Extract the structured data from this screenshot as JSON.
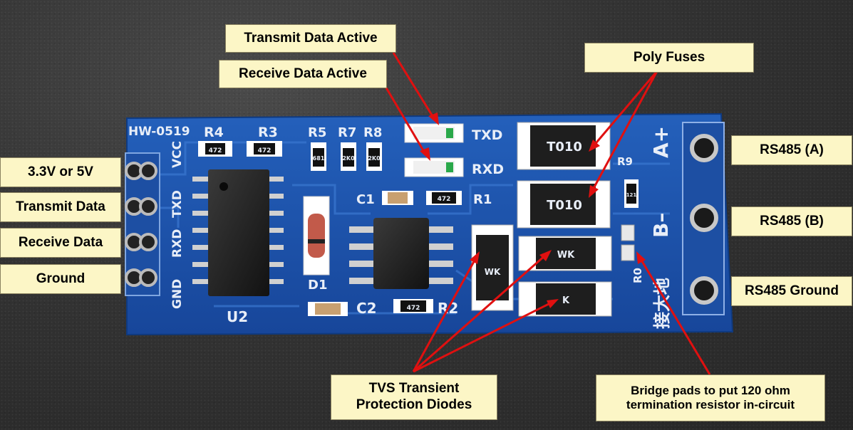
{
  "board": {
    "silkscreen": {
      "model": "HW-0519",
      "r4": "R4",
      "r3": "R3",
      "r5": "R5",
      "r7": "R7",
      "r8": "R8",
      "c1": "C1",
      "r1": "R1",
      "c2": "C2",
      "r2": "R2",
      "d1": "D1",
      "u2": "U2",
      "r9": "R9",
      "r0": "R0",
      "vcc": "VCC",
      "txd_pin": "TXD",
      "rxd_pin": "RXD",
      "gnd": "GND",
      "txd": "TXD",
      "rxd": "RXD",
      "a_plus": "A+",
      "b_minus": "B–",
      "ground_cn": "接大地"
    },
    "chip_codes": {
      "fuse1": "T010",
      "fuse2": "T010",
      "tvs1": "WK",
      "tvs2": "WK",
      "tvs3": "K",
      "res_r4": "472",
      "res_r3": "472",
      "res_r5": "681",
      "res_r7": "2K0",
      "res_r8": "2K0",
      "res_r1": "472",
      "res_r2": "472",
      "res_r9": "121"
    }
  },
  "callouts": {
    "transmit_active": "Transmit Data Active",
    "receive_active": "Receive Data Active",
    "poly_fuses": "Poly Fuses",
    "v33_5v": "3.3V or 5V",
    "transmit_data": "Transmit Data",
    "receive_data": "Receive Data",
    "ground": "Ground",
    "rs485_a": "RS485 (A)",
    "rs485_b": "RS485 (B)",
    "rs485_ground": "RS485 Ground",
    "tvs_line1": "TVS Transient",
    "tvs_line2": "Protection Diodes",
    "bridge_line1": "Bridge pads to put 120 ohm",
    "bridge_line2": "termination resistor in-circuit"
  },
  "colors": {
    "pcb": "#1a50a8",
    "label_bg": "#fcf6c6",
    "arrow": "#e01010"
  }
}
